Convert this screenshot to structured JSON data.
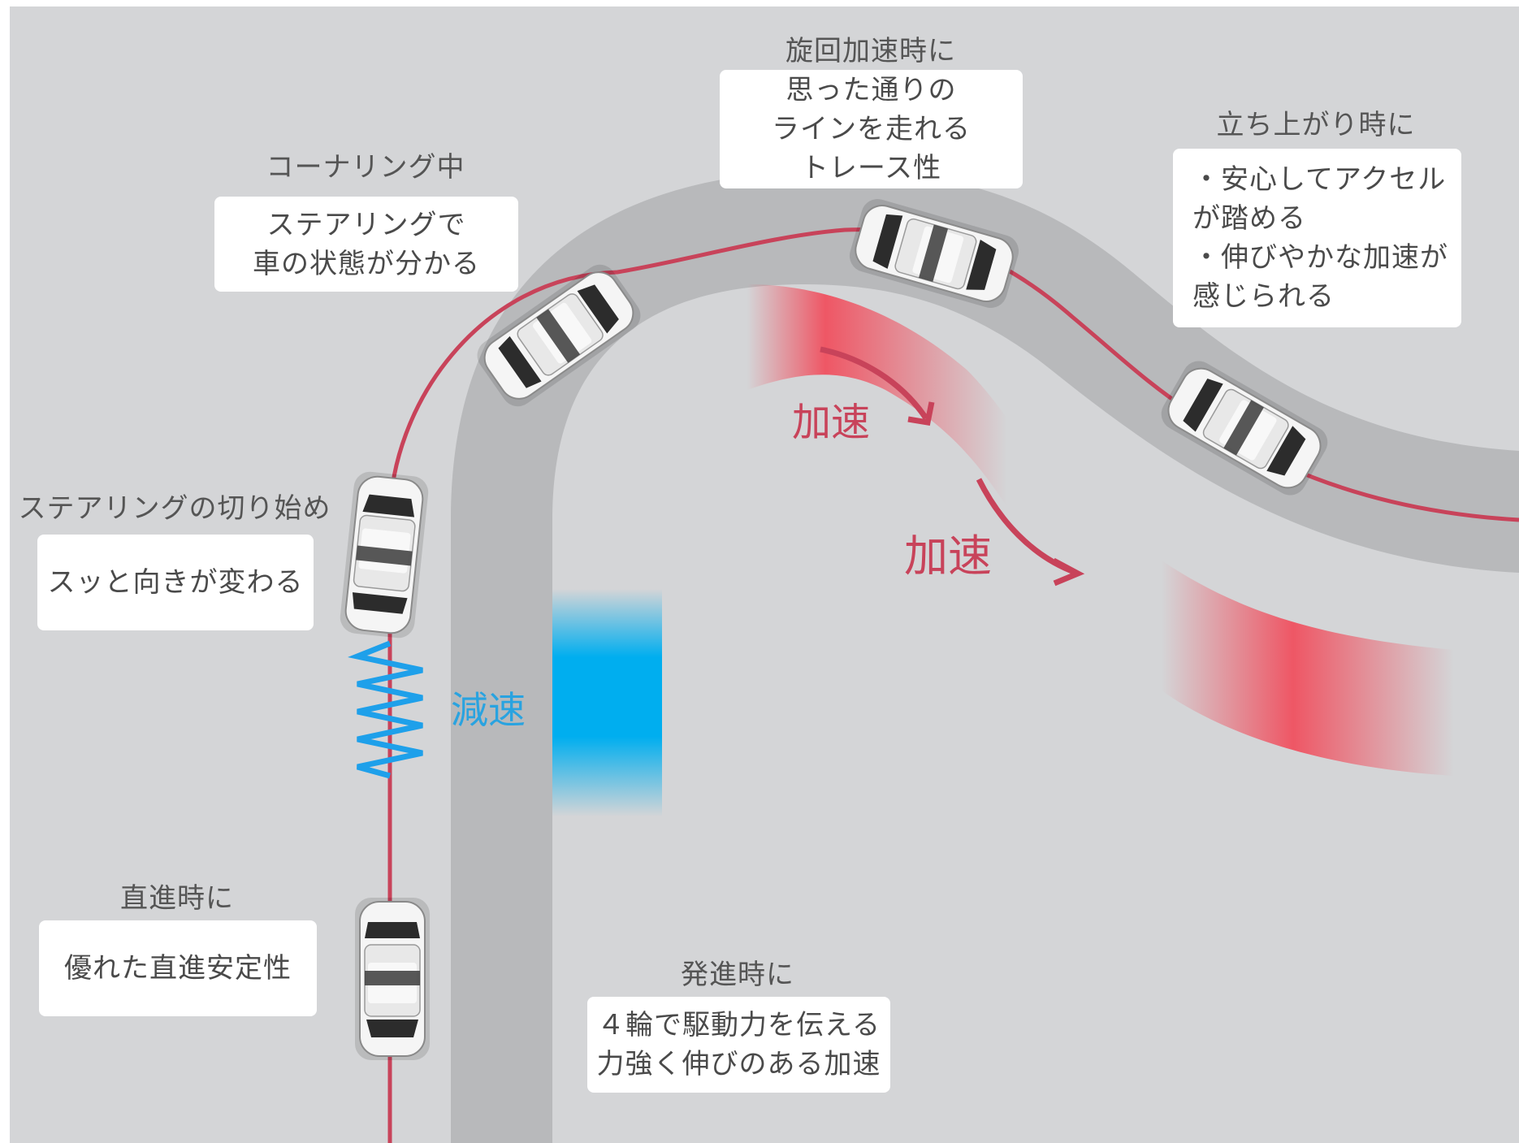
{
  "stages": {
    "straight": {
      "heading": "直進時に",
      "lines": [
        "優れた直進安定性"
      ]
    },
    "start": {
      "heading": "発進時に",
      "lines": [
        "４輪で駆動力を伝える",
        "力強く伸びのある加速"
      ]
    },
    "turn_in": {
      "heading": "ステアリングの切り始め",
      "lines": [
        "スッと向きが変わる"
      ]
    },
    "cornering": {
      "heading": "コーナリング中",
      "lines": [
        "ステアリングで",
        "車の状態が分かる"
      ]
    },
    "turn_accel": {
      "heading": "旋回加速時に",
      "lines": [
        "思った通りの",
        "ラインを走れる",
        "トレース性"
      ]
    },
    "exit": {
      "heading": "立ち上がり時に",
      "lines": [
        "・安心してアクセル",
        "が踏める",
        "・伸びやかな加速が",
        "感じられる"
      ]
    }
  },
  "labels": {
    "decel": "減速",
    "accel_1": "加速",
    "accel_2": "加速"
  },
  "colors": {
    "background": "#d4d5d7",
    "road": "#b8b9bb",
    "racing_line": "#c8435a",
    "accel_zone": "#f0505f",
    "decel_zone": "#00aeef",
    "decel_marker": "#1ea0ea"
  },
  "icons": [
    "car-icon",
    "arrow-icon",
    "zigzag-icon"
  ]
}
